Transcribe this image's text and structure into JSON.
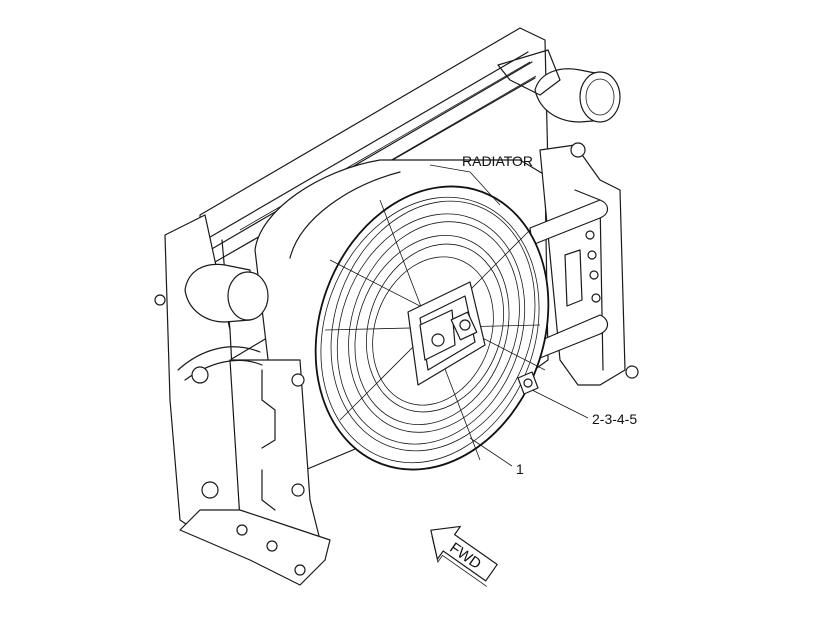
{
  "labels": {
    "radiator": "RADIATOR",
    "part_1": "1",
    "part_2345": "2-3-4-5",
    "direction": "FWD"
  }
}
